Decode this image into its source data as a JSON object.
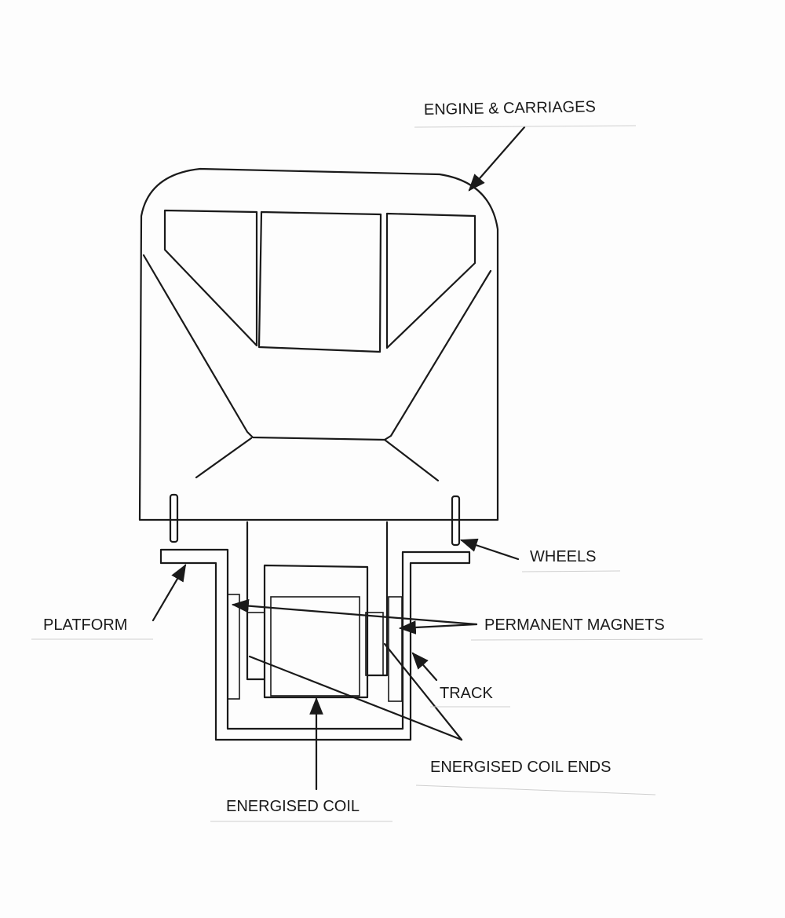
{
  "diagram": {
    "labels": {
      "engine": "ENGINE & CARRIAGES",
      "wheels": "WHEELS",
      "platform": "PLATFORM",
      "magnets": "PERMANENT MAGNETS",
      "track": "TRACK",
      "coil_ends": "ENERGISED COIL ENDS",
      "coil": "ENERGISED COIL"
    },
    "colors": {
      "ink": "#1a1a1a",
      "paper": "#fdfdfd"
    }
  }
}
